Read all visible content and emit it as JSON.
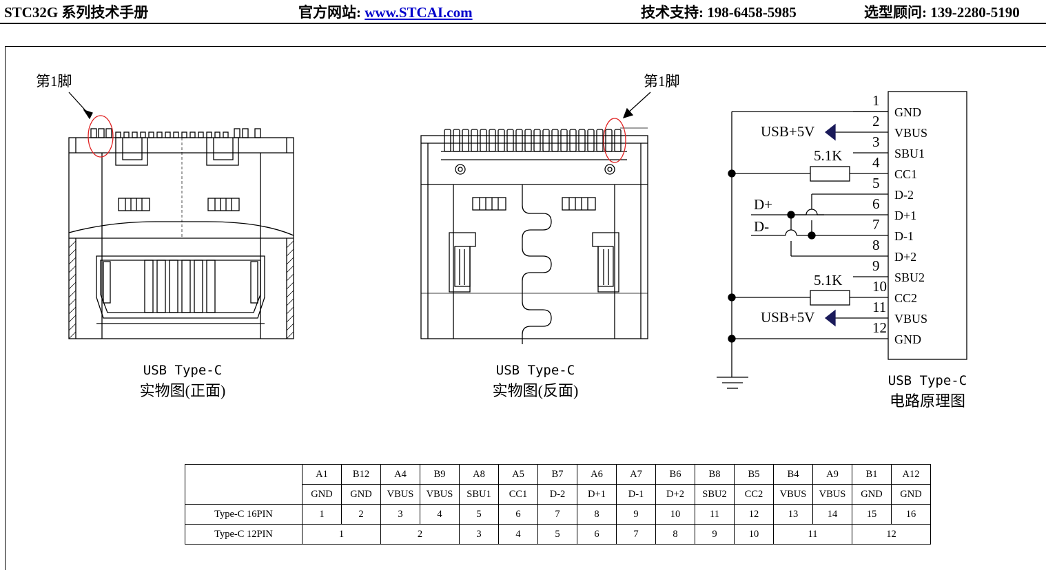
{
  "header": {
    "title": "STC32G 系列技术手册",
    "website_label": "官方网站: ",
    "website_link": "www.STCAI.com",
    "support": "技术支持: 198-6458-5985",
    "advisor": "选型顾问: 139-2280-5190"
  },
  "figures": {
    "pin1_label": "第1脚",
    "front_caption_1": "USB Type-C",
    "front_caption_2": "实物图(正面)",
    "back_caption_1": "USB Type-C",
    "back_caption_2": "实物图(反面)"
  },
  "schematic": {
    "pin_numbers": [
      "1",
      "2",
      "3",
      "4",
      "5",
      "6",
      "7",
      "8",
      "9",
      "10",
      "11",
      "12"
    ],
    "pin_names": [
      "GND",
      "VBUS",
      "SBU1",
      "CC1",
      "D-2",
      "D+1",
      "D-1",
      "D+2",
      "SBU2",
      "CC2",
      "VBUS",
      "GND"
    ],
    "usb5v_top": "USB+5V",
    "usb5v_bottom": "USB+5V",
    "res_top": "5.1K",
    "res_bottom": "5.1K",
    "dplus": "D+",
    "dminus": "D-",
    "caption_1": "USB Type-C",
    "caption_2": "电路原理图"
  },
  "pin_table": {
    "row1": [
      "A1",
      "B12",
      "A4",
      "B9",
      "A8",
      "A5",
      "B7",
      "A6",
      "A7",
      "B6",
      "B8",
      "B5",
      "B4",
      "A9",
      "B1",
      "A12"
    ],
    "row2": [
      "GND",
      "GND",
      "VBUS",
      "VBUS",
      "SBU1",
      "CC1",
      "D-2",
      "D+1",
      "D-1",
      "D+2",
      "SBU2",
      "CC2",
      "VBUS",
      "VBUS",
      "GND",
      "GND"
    ],
    "row3_label": "Type-C 16PIN",
    "row3": [
      "1",
      "2",
      "3",
      "4",
      "5",
      "6",
      "7",
      "8",
      "9",
      "10",
      "11",
      "12",
      "13",
      "14",
      "15",
      "16"
    ],
    "row4_label": "Type-C 12PIN",
    "row4": [
      "1",
      "2",
      "3",
      "4",
      "5",
      "6",
      "7",
      "8",
      "9",
      "10",
      "11",
      "12"
    ]
  }
}
